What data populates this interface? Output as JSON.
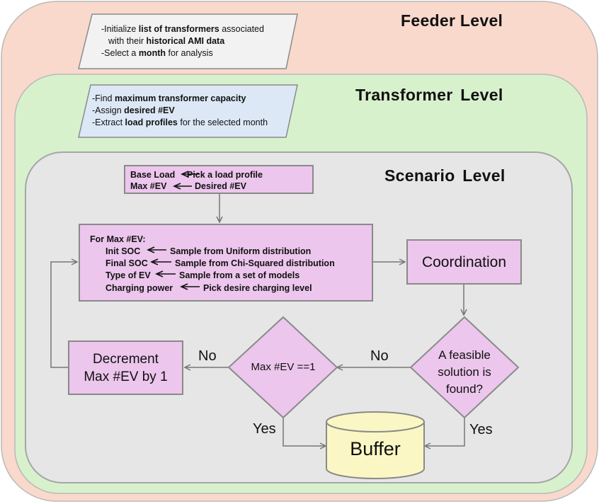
{
  "levels": {
    "feeder": "Feeder Level",
    "transformer": "Transformer Level",
    "scenario": "Scenario Level"
  },
  "feeder_note": {
    "line1": [
      {
        "t": "-Initialize ",
        "b": false
      },
      {
        "t": "list of transformers",
        "b": true
      },
      {
        "t": " associated",
        "b": false
      }
    ],
    "line2": [
      {
        "t": "with their ",
        "b": false
      },
      {
        "t": "historical AMI data",
        "b": true
      }
    ],
    "line3": [
      {
        "t": "-Select a ",
        "b": false
      },
      {
        "t": "month",
        "b": true
      },
      {
        "t": " for analysis",
        "b": false
      }
    ]
  },
  "transformer_note": {
    "line1": [
      {
        "t": "-Find ",
        "b": false
      },
      {
        "t": "maximum transformer capacity",
        "b": true
      }
    ],
    "line2": [
      {
        "t": "-Assign ",
        "b": false
      },
      {
        "t": "desired #EV",
        "b": true
      }
    ],
    "line3": [
      {
        "t": "-Extract ",
        "b": false
      },
      {
        "t": "load profiles",
        "b": true
      },
      {
        "t": " for the selected month",
        "b": false
      }
    ]
  },
  "init_box": {
    "row1_left": "Base Load",
    "row1_right": "Pick a load profile",
    "row2_left": "Max #EV",
    "row2_right": "Desired #EV"
  },
  "sampling_box": {
    "header": "For Max #EV:",
    "rows": [
      {
        "left": "Init SOC",
        "right": "Sample from Uniform distribution"
      },
      {
        "left": "Final SOC",
        "right": "Sample from Chi-Squared distribution"
      },
      {
        "left": "Type of EV",
        "right": "Sample from a set of models"
      },
      {
        "left": "Charging power",
        "right": "Pick desire charging level"
      }
    ]
  },
  "coordination": "Coordination",
  "feasible": {
    "line1": "A feasible",
    "line2": "solution is",
    "line3": "found?"
  },
  "max_check": "Max #EV ==1",
  "decrement": {
    "line1": "Decrement",
    "line2": "Max #EV by 1"
  },
  "buffer": "Buffer",
  "edge_labels": {
    "no_feasible": "No",
    "no_max": "No",
    "yes_max": "Yes",
    "yes_feasible": "Yes"
  },
  "colors": {
    "feeder_bg": "#f9d9cc",
    "transformer_bg": "#d8f1cd",
    "scenario_bg": "#e6e6e6",
    "process_fill": "#ecc6ec",
    "feeder_note_fill": "#f2f2f2",
    "transformer_note_fill": "#dce8f6",
    "buffer_fill": "#fbf7c4"
  }
}
